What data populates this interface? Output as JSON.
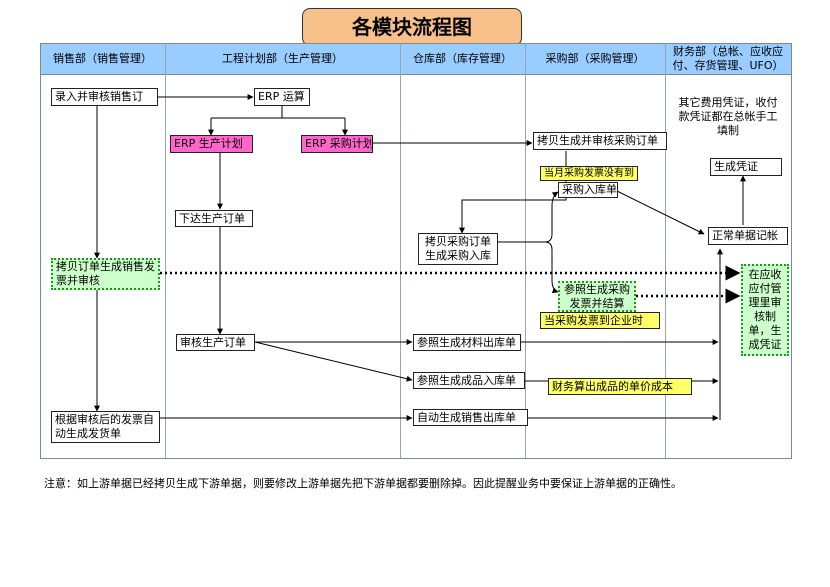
{
  "title": "各模块流程图",
  "columns": [
    "销售部（销售管理）",
    "工程计划部（生产管理）",
    "仓库部（库存管理）",
    "采购部（采购管理）",
    "财务部（总帐、应收应付、存货管理、UFO）"
  ],
  "nodes": {
    "sales_order": "录入并审核销售订",
    "erp_calc": "ERP 运算",
    "erp_prod_plan": "ERP 生产计划",
    "erp_purchase_plan": "ERP 采购计划",
    "copy_purchase_order": "拷贝生成并审核采购订单",
    "finance_other": "其它费用凭证，收付款凭证都在总帐手工填制",
    "gen_voucher": "生成凭证",
    "invoice_not_arrived": "当月采购发票没有到",
    "purchase_receipt": "采购入库单",
    "issue_prod_order": "下达生产订单",
    "normal_bookkeeping": "正常单据记帐",
    "copy_po_receipt": "拷贝采购订单生成采购入库",
    "copy_order_invoice": "拷贝订单生成销售发票并审核",
    "ar_ap": "在应收应付管理里审核制单，生成凭证",
    "ref_purchase_invoice": "参照生成采购发票并结算",
    "invoice_arrived": "当采购发票到企业时",
    "audit_prod_order": "审核生产订单",
    "material_issue": "参照生成材料出库单",
    "finished_receipt": "参照生成成品入库单",
    "finished_cost": "财务算出成品的单价成本",
    "delivery_order": "根据审核后的发票自动生成发货单",
    "sales_issue": "自动生成销售出库单"
  },
  "note": "注意：如上游单据已经拷贝生成下游单据，则要修改上游单据先把下游单据都要删除掉。因此提醒业务中要保证上游单据的正确性。",
  "colors": {
    "title_fill": "#f8c18a",
    "header_fill": "#99ccff",
    "pink": "#ff66cc",
    "yellow": "#ffff66",
    "green_fill": "#ccffcc",
    "green_border": "#1a9a1a"
  }
}
